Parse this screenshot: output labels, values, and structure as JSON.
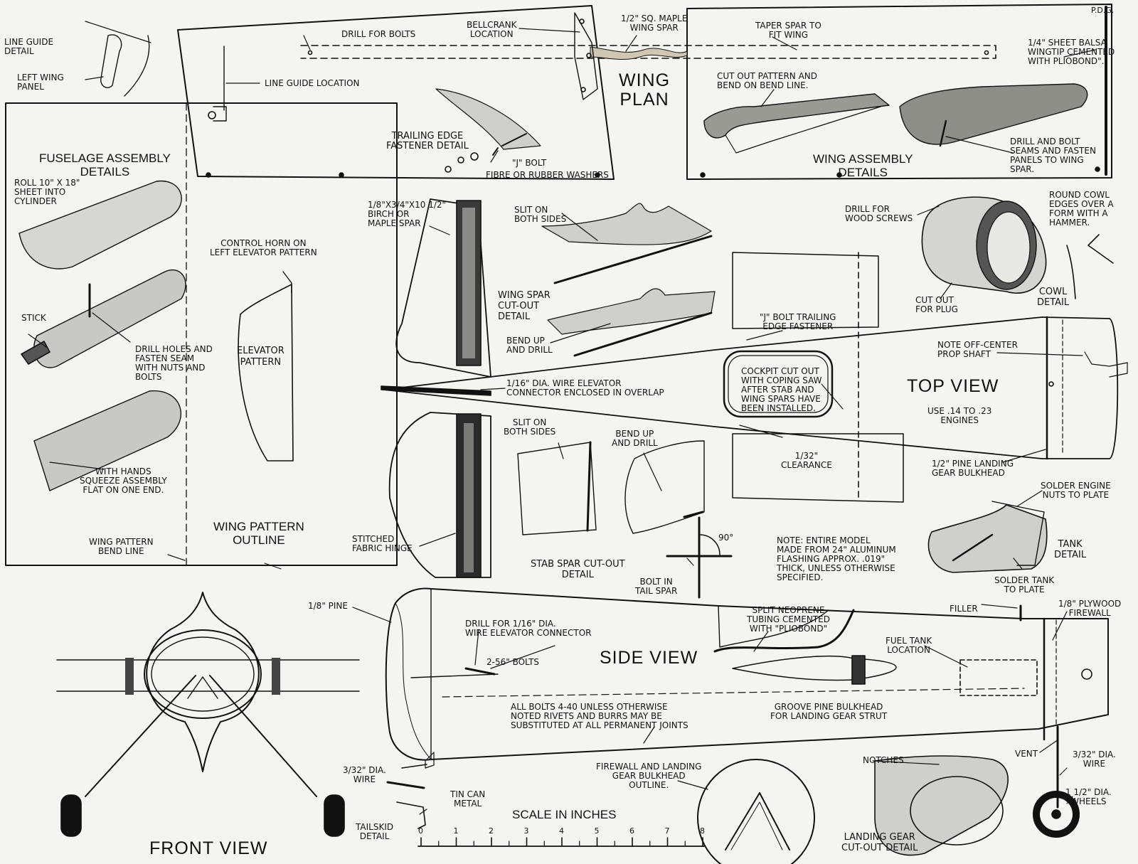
{
  "credit": "P.D.G.",
  "titles": {
    "wing_plan": "WING\nPLAN",
    "top_view": "TOP VIEW",
    "side_view": "SIDE VIEW",
    "front_view": "FRONT VIEW",
    "wing_pattern_outline": "WING PATTERN\nOUTLINE",
    "fuselage_assembly_details": "FUSELAGE ASSEMBLY\nDETAILS",
    "wing_assembly_details": "WING ASSEMBLY\nDETAILS",
    "elevator_pattern": "ELEVATOR\nPATTERN",
    "scale": "SCALE IN INCHES"
  },
  "labels": {
    "line_guide_detail": "LINE GUIDE\nDETAIL",
    "left_wing_panel": "LEFT WING\nPANEL",
    "drill_for_bolts": "DRILL FOR BOLTS",
    "bellcrank_location": "BELLCRANK\nLOCATION",
    "maple_wing_spar": "1/2\" SQ. MAPLE\nWING SPAR",
    "taper_spar": "TAPER SPAR TO\nFIT WING",
    "wingtip": "1/4\" SHEET BALSA\nWINGTIP CEMENTED\nWITH PLIOBOND\".",
    "line_guide_location": "LINE GUIDE LOCATION",
    "cut_out_pattern": "CUT OUT PATTERN AND\nBEND ON BEND LINE.",
    "trailing_edge_fastener": "TRAILING EDGE\nFASTENER DETAIL",
    "j_bolt": "\"J\" BOLT",
    "fibre_washers": "FIBRE OR RUBBER WASHERS",
    "drill_and_bolt_seams": "DRILL AND BOLT\nSEAMS AND FASTEN\nPANELS TO WING\nSPAR.",
    "roll_sheet": "ROLL 10\" x 18\"\nSHEET INTO\nCYLINDER",
    "stick": "STICK",
    "drill_holes_fasten": "DRILL HOLES AND\nFASTEN SEAM\nWITH NUTS AND\nBOLTS",
    "squeeze_assembly": "WITH HANDS\nSQUEEZE ASSEMBLY\nFLAT ON ONE END.",
    "wing_pattern_bend_line": "WING PATTERN\nBEND LINE",
    "control_horn": "CONTROL HORN ON\nLEFT ELEVATOR PATTERN",
    "birch_spar": "1/8\"x3/4\"x10 1/2\"\nBIRCH OR\nMAPLE SPAR",
    "slit_both_sides_top": "SLIT ON\nBOTH SIDES",
    "wing_spar_cutout": "WING SPAR\nCUT-OUT\nDETAIL",
    "bend_up_drill_1": "BEND UP\nAND DRILL",
    "elevator_connector": "1/16\" DIA. WIRE ELEVATOR\nCONNECTOR ENCLOSED IN OVERLAP",
    "slit_both_sides_bottom": "SLIT ON\nBOTH SIDES",
    "bend_up_drill_2": "BEND UP\nAND DRILL",
    "stitched_hinge": "STITCHED\nFABRIC HINGE",
    "stab_spar_cutout": "STAB SPAR CUT-OUT\nDETAIL",
    "ninety": "90°",
    "bolt_in_tail_spar": "BOLT IN\nTAIL SPAR",
    "drill_wood_screws": "DRILL FOR\nWOOD SCREWS",
    "round_cowl": "ROUND COWL\nEDGES OVER A\nFORM WITH A\nHAMMER.",
    "cut_out_plug": "CUT OUT\nFOR PLUG",
    "cowl_detail": "COWL\nDETAIL",
    "j_bolt_trailing": "\"J\" BOLT TRAILING\nEDGE FASTENER",
    "cockpit_cut": "COCKPIT CUT OUT\nWITH COPING SAW\nAFTER STAB AND\nWING SPARS HAVE\nBEEN INSTALLED.",
    "clearance": "1/32\"\nCLEARANCE",
    "prop_shaft": "NOTE OFF-CENTER\nPROP SHAFT",
    "engines": "USE .14 TO .23\nENGINES",
    "pine_bulkhead": "1/2\" PINE LANDING\nGEAR BULKHEAD",
    "solder_engine_nuts": "SOLDER ENGINE\nNUTS TO PLATE",
    "tank_detail": "TANK\nDETAIL",
    "solder_tank": "SOLDER TANK\nTO PLATE",
    "note_model": "NOTE: ENTIRE MODEL\nMADE FROM 24\" ALUMINUM\nFLASHING APPROX. .019\"\nTHICK, UNLESS OTHERWISE\nSPECIFIED.",
    "pine_eighth": "1/8\" PINE",
    "drill_connector": "DRILL FOR 1/16\" DIA.\nWIRE ELEVATOR CONNECTOR",
    "bolts_256": "2-56\" BOLTS",
    "split_neoprene": "SPLIT NEOPRENE\nTUBING CEMENTED\nWITH \"PLIOBOND\"",
    "filler": "FILLER",
    "plywood_firewall": "1/8\" PLYWOOD\nFIREWALL",
    "fuel_tank": "FUEL TANK\nLOCATION",
    "all_bolts": "ALL BOLTS 4-40 UNLESS OTHERWISE\nNOTED RIVETS AND BURRS MAY BE\nSUBSTITUTED AT ALL PERMANENT JOINTS",
    "groove_pine": "GROOVE PINE BULKHEAD\nFOR LANDING GEAR STRUT",
    "vent": "VENT",
    "wire_332_tail": "3/32\" DIA.\nWIRE",
    "tin_can": "TIN CAN\nMETAL",
    "tailskid": "TAILSKID\nDETAIL",
    "firewall_outline": "FIREWALL AND LANDING\nGEAR BULKHEAD\nOUTLINE.",
    "notches": "NOTCHES",
    "landing_gear_cutout": "LANDING GEAR\nCUT-OUT DETAIL",
    "wire_332_gear": "3/32\" DIA.\nWIRE",
    "wheels": "1 1/2\" DIA.\nWHEELS"
  },
  "scale_ticks": [
    "0",
    "1",
    "2",
    "3",
    "4",
    "5",
    "6",
    "7",
    "8"
  ]
}
